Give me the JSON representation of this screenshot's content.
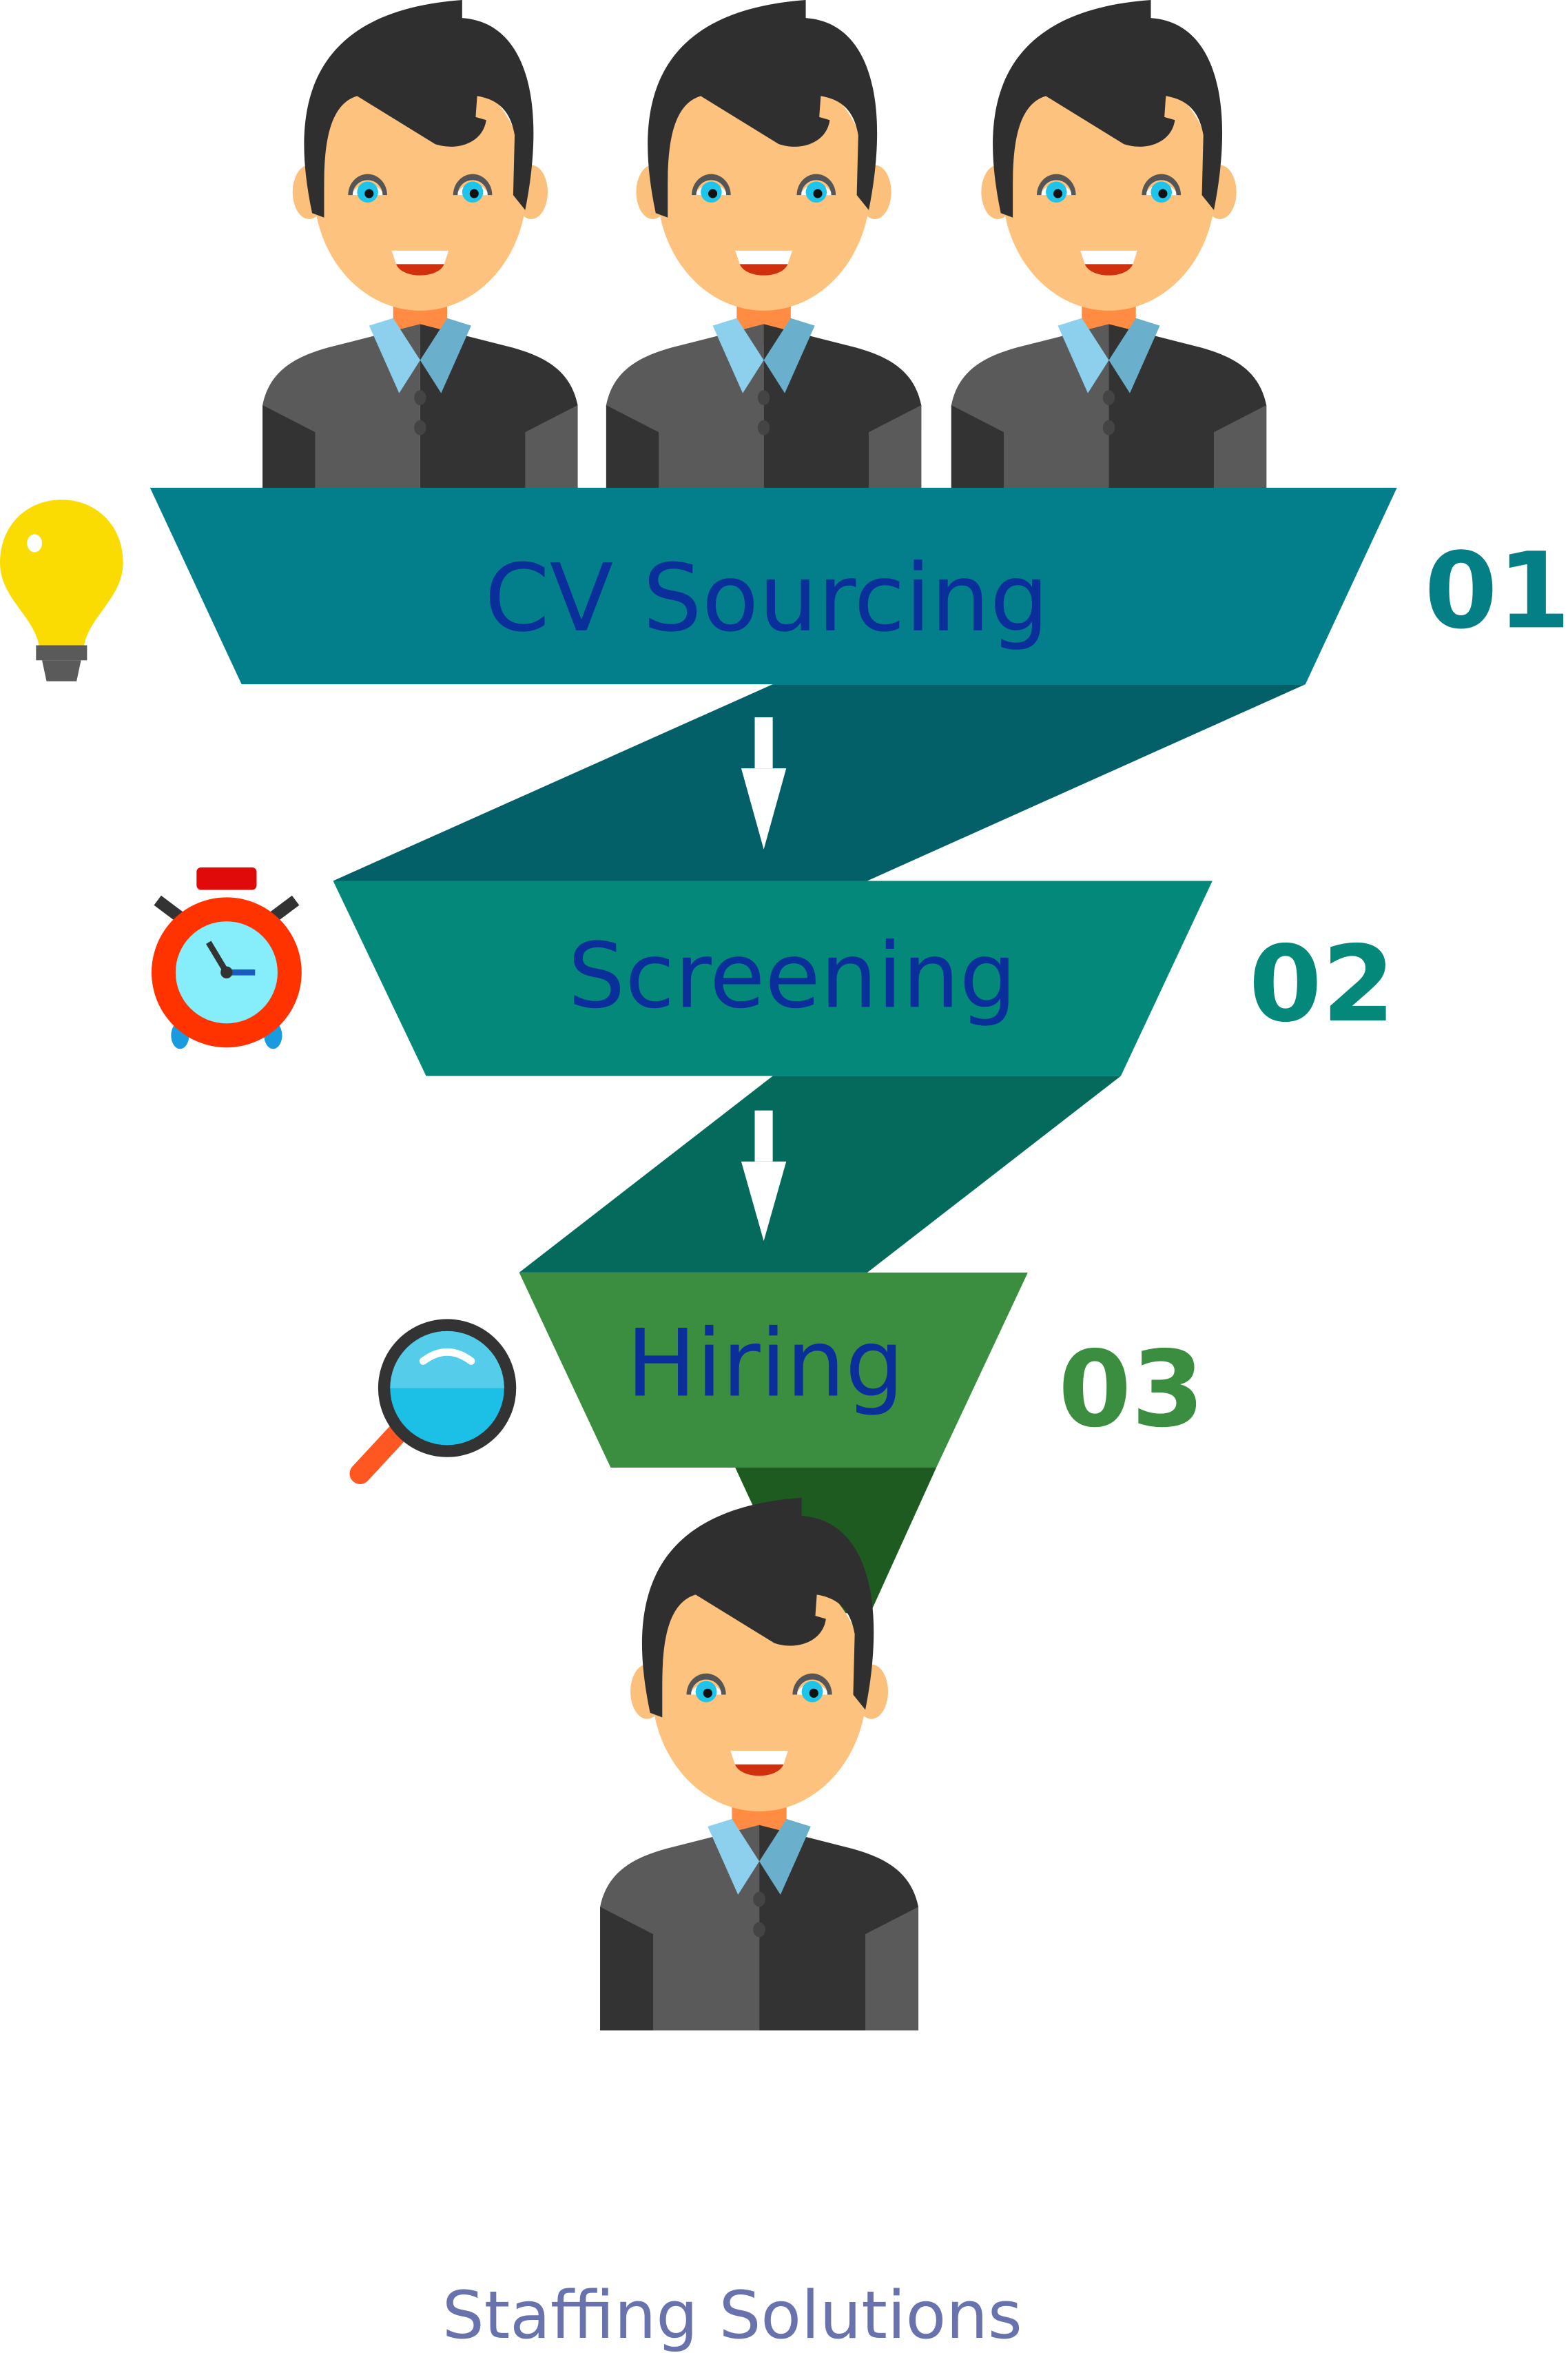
{
  "stages": [
    {
      "label": "CV Sourcing",
      "number": "01",
      "icon": "lightbulb-icon",
      "color": "#027F8A",
      "number_color": "#047F86"
    },
    {
      "label": "Screening",
      "number": "02",
      "icon": "alarm-clock-icon",
      "color": "#03887A",
      "number_color": "#03887A"
    },
    {
      "label": "Hiring",
      "number": "03",
      "icon": "magnifier-icon",
      "color": "#3B8E3F",
      "number_color": "#3B8E3F"
    }
  ],
  "label_color": "#0A2E9A",
  "footer": {
    "title": "Staffing Solutions",
    "color": "#6873AE"
  }
}
